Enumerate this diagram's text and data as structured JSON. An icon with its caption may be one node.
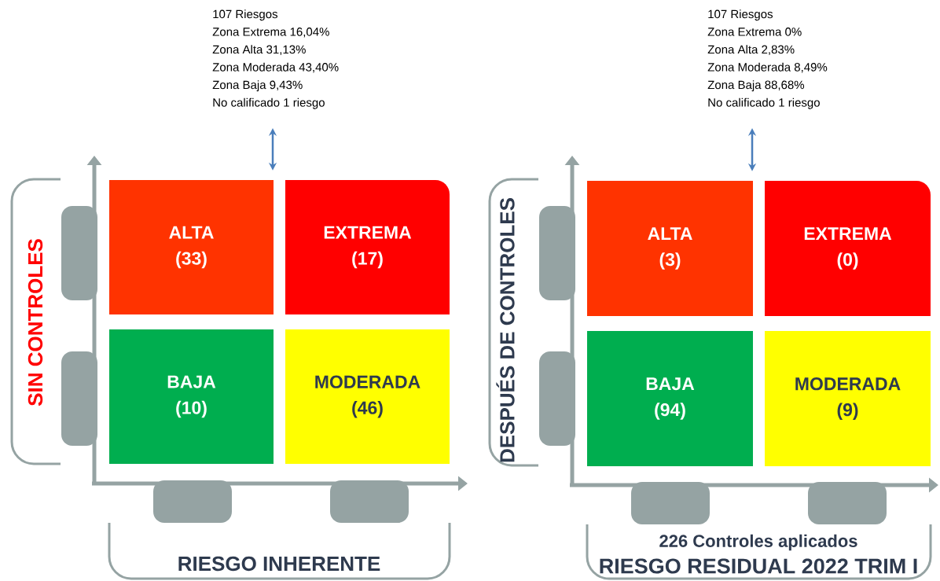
{
  "diagram": {
    "nodes": [
      {
        "text": [
          "107 Riesgos",
          "Zona Extrema 16,04%",
          "Zona Alta 31,13%",
          "Zona Moderada 43,40%",
          "Zona Baja 9,43%",
          "No calificado  1 riesgo"
        ]
      },
      {
        "text": [
          "ALTA",
          "(33)"
        ]
      },
      {
        "text": [
          "EXTREMA",
          "(17)"
        ]
      },
      {
        "text": [
          "BAJA",
          "(10)"
        ]
      },
      {
        "text": [
          "MODERADA",
          "(46)"
        ]
      },
      {
        "text": [
          "107 Riesgos",
          "Zona Extrema 0%",
          "Zona Alta 2,83%",
          "Zona Moderada 8,49%",
          "Zona Baja 88,68%",
          "No calificado  1 riesgo"
        ]
      },
      {
        "text": [
          "ALTA",
          "(3)"
        ]
      },
      {
        "text": [
          "EXTREMA",
          "(0)"
        ]
      },
      {
        "text": [
          "BAJA",
          "(94)"
        ]
      },
      {
        "text": [
          "MODERADA",
          "(9)"
        ]
      }
    ],
    "edges": [
      {
        "from": 0,
        "to": 1,
        "arrow": "both"
      },
      {
        "from": 5,
        "to": 6,
        "arrow": "both"
      }
    ],
    "labels": [
      "SIN CONTROLES",
      "RIESGO INHERENTE",
      "DESPUÉS DE CONTROLES",
      "226 Controles aplicados",
      "RIESGO RESIDUAL 2022 TRIM I"
    ]
  }
}
